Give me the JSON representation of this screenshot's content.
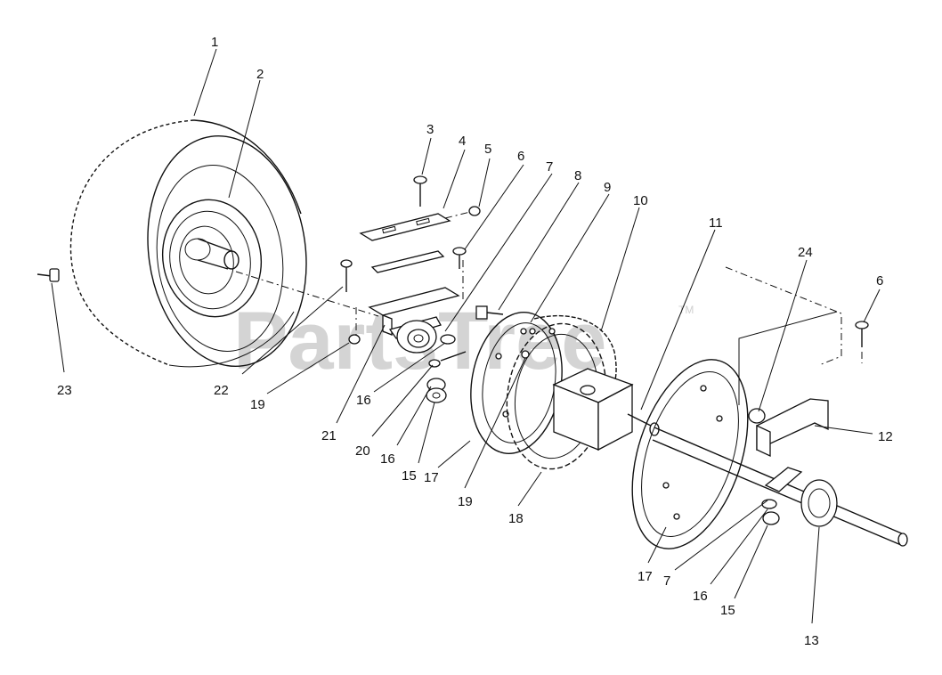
{
  "watermark": {
    "text": "PartsTree",
    "tm": "TM"
  },
  "callouts": [
    {
      "id": "c1",
      "text": "1"
    },
    {
      "id": "c2",
      "text": "2"
    },
    {
      "id": "c3",
      "text": "3"
    },
    {
      "id": "c4",
      "text": "4"
    },
    {
      "id": "c5",
      "text": "5"
    },
    {
      "id": "c6a",
      "text": "6"
    },
    {
      "id": "c7a",
      "text": "7"
    },
    {
      "id": "c8",
      "text": "8"
    },
    {
      "id": "c9",
      "text": "9"
    },
    {
      "id": "c10",
      "text": "10"
    },
    {
      "id": "c11",
      "text": "11"
    },
    {
      "id": "c24",
      "text": "24"
    },
    {
      "id": "c6b",
      "text": "6"
    },
    {
      "id": "c12",
      "text": "12"
    },
    {
      "id": "c23",
      "text": "23"
    },
    {
      "id": "c22",
      "text": "22"
    },
    {
      "id": "c19a",
      "text": "19"
    },
    {
      "id": "c21",
      "text": "21"
    },
    {
      "id": "c16a",
      "text": "16"
    },
    {
      "id": "c20",
      "text": "20"
    },
    {
      "id": "c16b",
      "text": "16"
    },
    {
      "id": "c15a",
      "text": "15"
    },
    {
      "id": "c17a",
      "text": "17"
    },
    {
      "id": "c19b",
      "text": "19"
    },
    {
      "id": "c18",
      "text": "18"
    },
    {
      "id": "c17b",
      "text": "17"
    },
    {
      "id": "c7b",
      "text": "7"
    },
    {
      "id": "c16c",
      "text": "16"
    },
    {
      "id": "c15b",
      "text": "15"
    },
    {
      "id": "c13",
      "text": "13"
    }
  ]
}
